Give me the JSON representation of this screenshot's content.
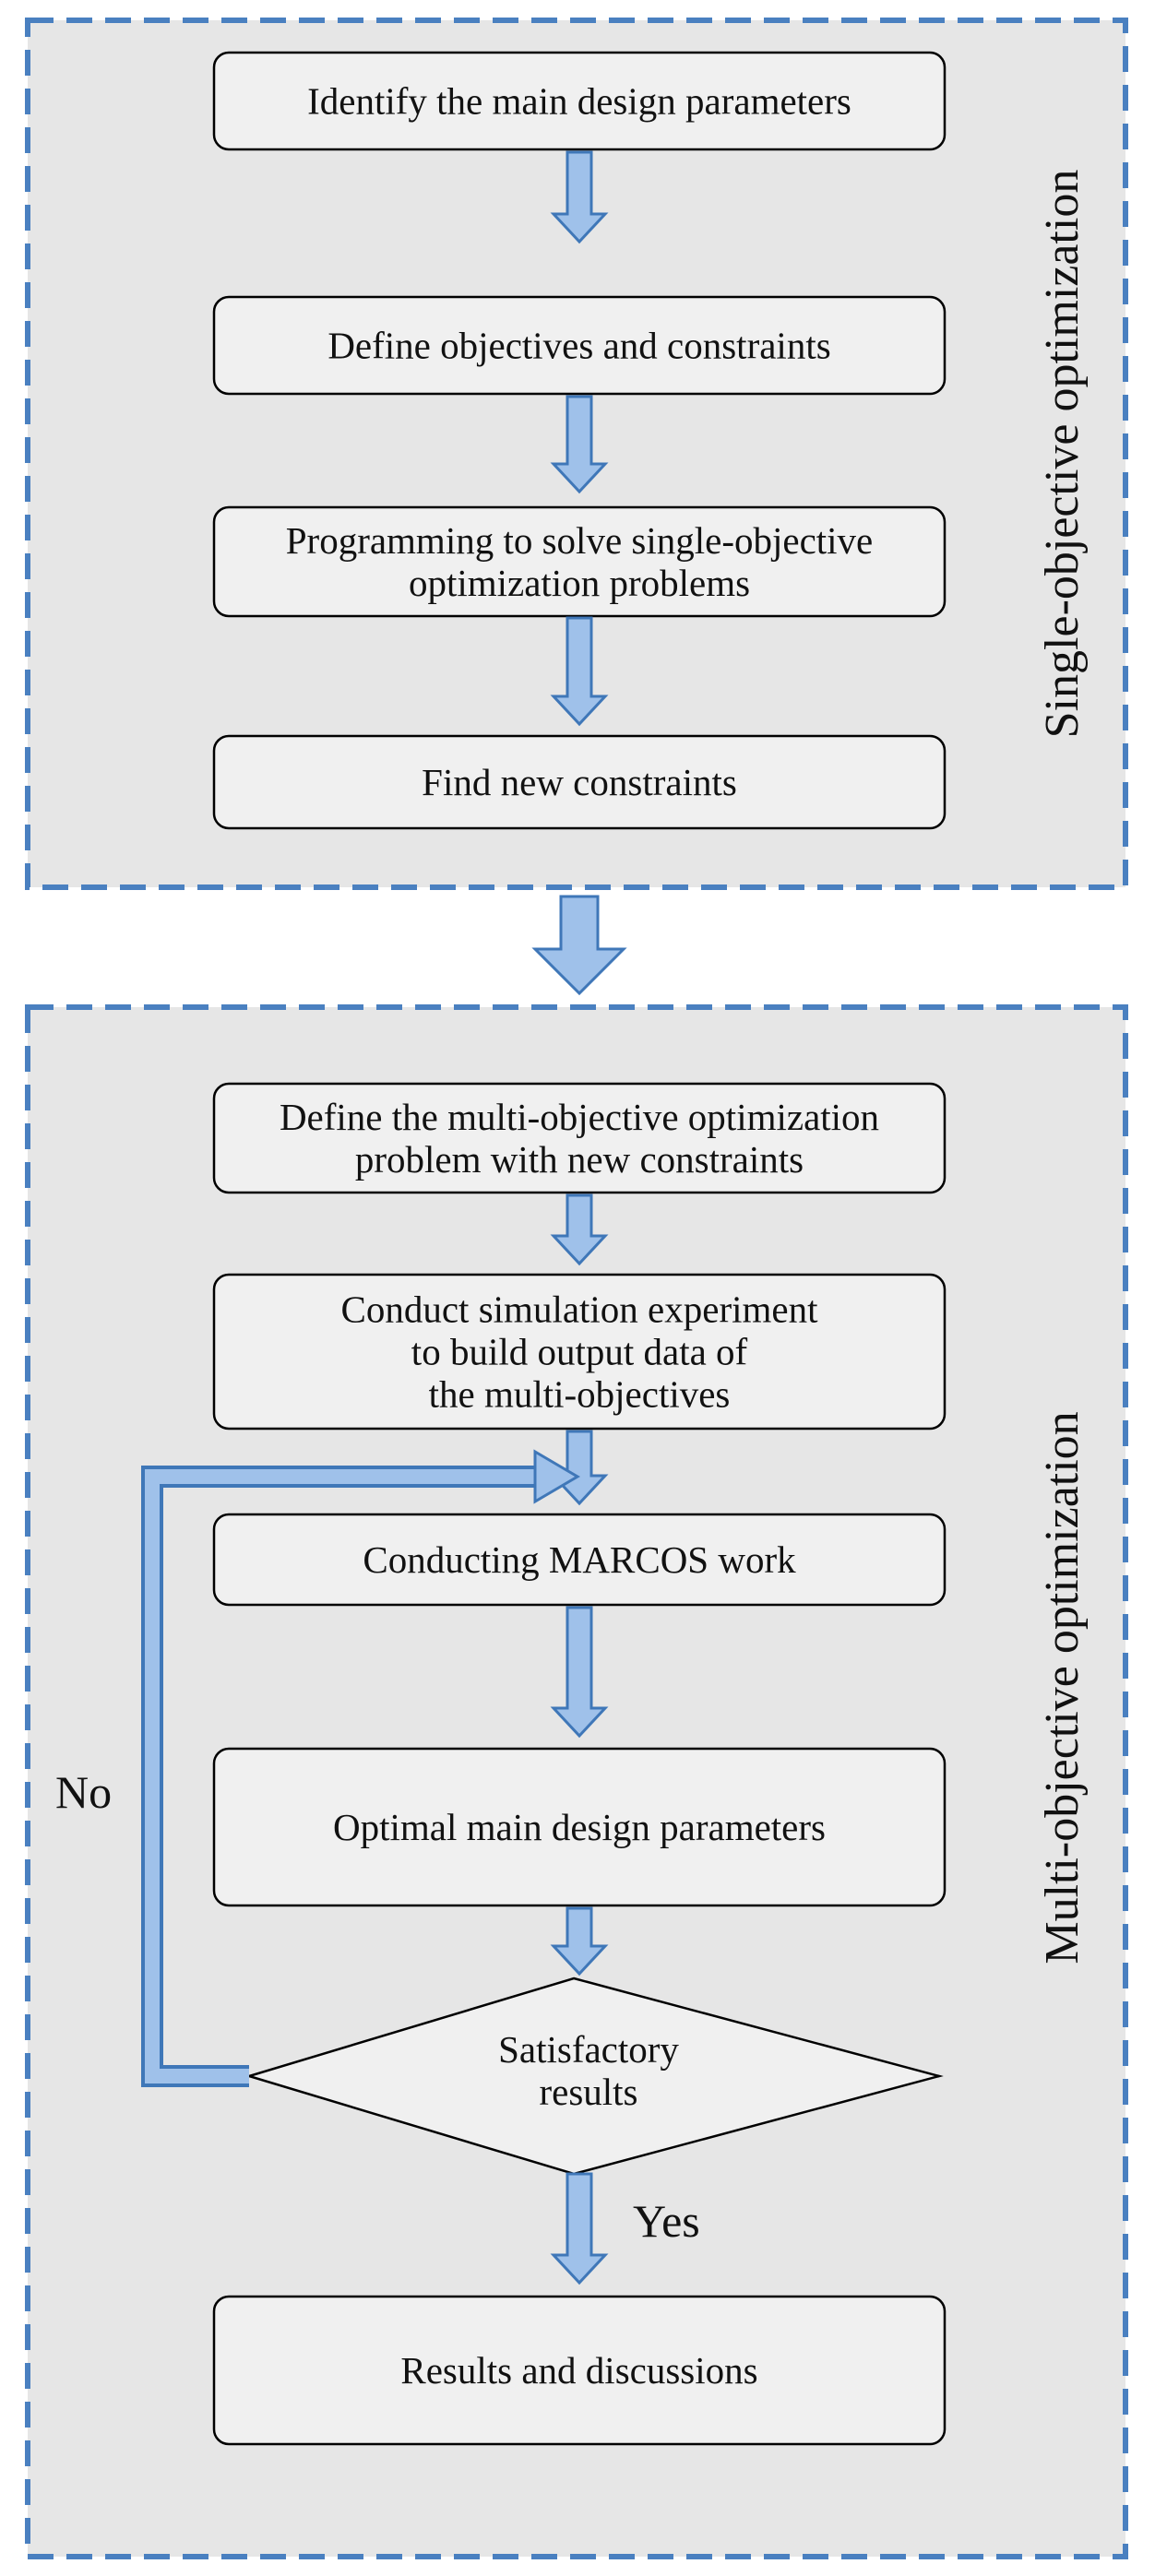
{
  "sections": {
    "single": {
      "title": "Single-objective optimization",
      "steps": [
        [
          "Identify the main design parameters"
        ],
        [
          "Define objectives and constraints"
        ],
        [
          "Programming to solve single-objective",
          "optimization problems"
        ],
        [
          "Find new constraints"
        ]
      ]
    },
    "multi": {
      "title": "Multi-objective optimization",
      "steps": [
        [
          "Define the multi-objective optimization",
          "problem with new constraints"
        ],
        [
          "Conduct simulation experiment",
          "to build output data of",
          "the multi-objectives"
        ],
        [
          "Conducting MARCOS work"
        ],
        [
          "Optimal main design parameters"
        ]
      ],
      "decision": [
        "Satisfactory",
        "results"
      ],
      "final": [
        "Results and discussions"
      ],
      "branch_no": "No",
      "branch_yes": "Yes"
    }
  },
  "colors": {
    "region_fill": "#e6e6e6",
    "region_border": "#4a80c0",
    "box_fill": "#f0f0f0",
    "arrow_fill": "#9fc1ea",
    "arrow_stroke": "#3f77b8"
  }
}
